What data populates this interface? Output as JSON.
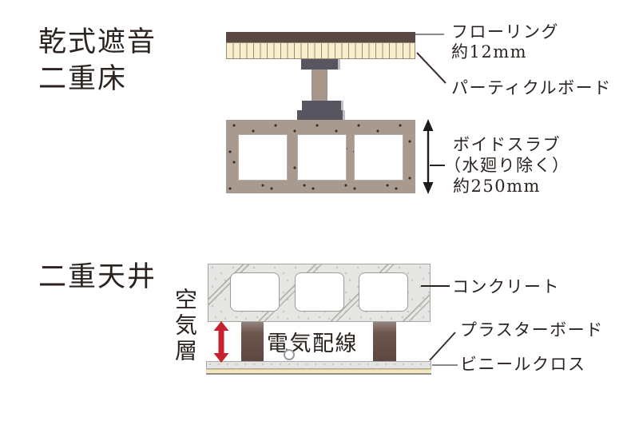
{
  "floor_section": {
    "title": "乾式遮音\n二重床",
    "labels": {
      "flooring": "フローリング\n約12mm",
      "particle_board": "パーティクルボード",
      "void_slab": {
        "line1": "ボイドスラブ",
        "line2": "（水廻り除く）",
        "line3": "約250mm"
      }
    }
  },
  "ceiling_section": {
    "title": "二重天井",
    "air_layer": "空気層",
    "wiring": "電気配線",
    "labels": {
      "concrete": "コンクリート",
      "plasterboard": "プラスターボード",
      "vinyl_cloth": "ビニールクロス"
    }
  },
  "colors": {
    "flooring": "#5a4845",
    "particle_board": "#f9efcd",
    "particle_board_line": "#9b8a74",
    "pedestal": "#565560",
    "pedestal_post": "#a5978b",
    "void_slab": "#a89a8e",
    "void_slab_speckle": "#3b2f2b",
    "concrete": "#e6e6e4",
    "concrete_hatch": "#b2b2ad",
    "hanger_brown": "#5d4841",
    "air_arrow_red": "#c8222e",
    "thickness_arrow_black": "#1d1d1d",
    "plasterboard": "#e4e4e2",
    "vinyl_cloth": "#f5e8c0",
    "text": "#2b2320",
    "leader_gray": "#8a8a8a"
  }
}
